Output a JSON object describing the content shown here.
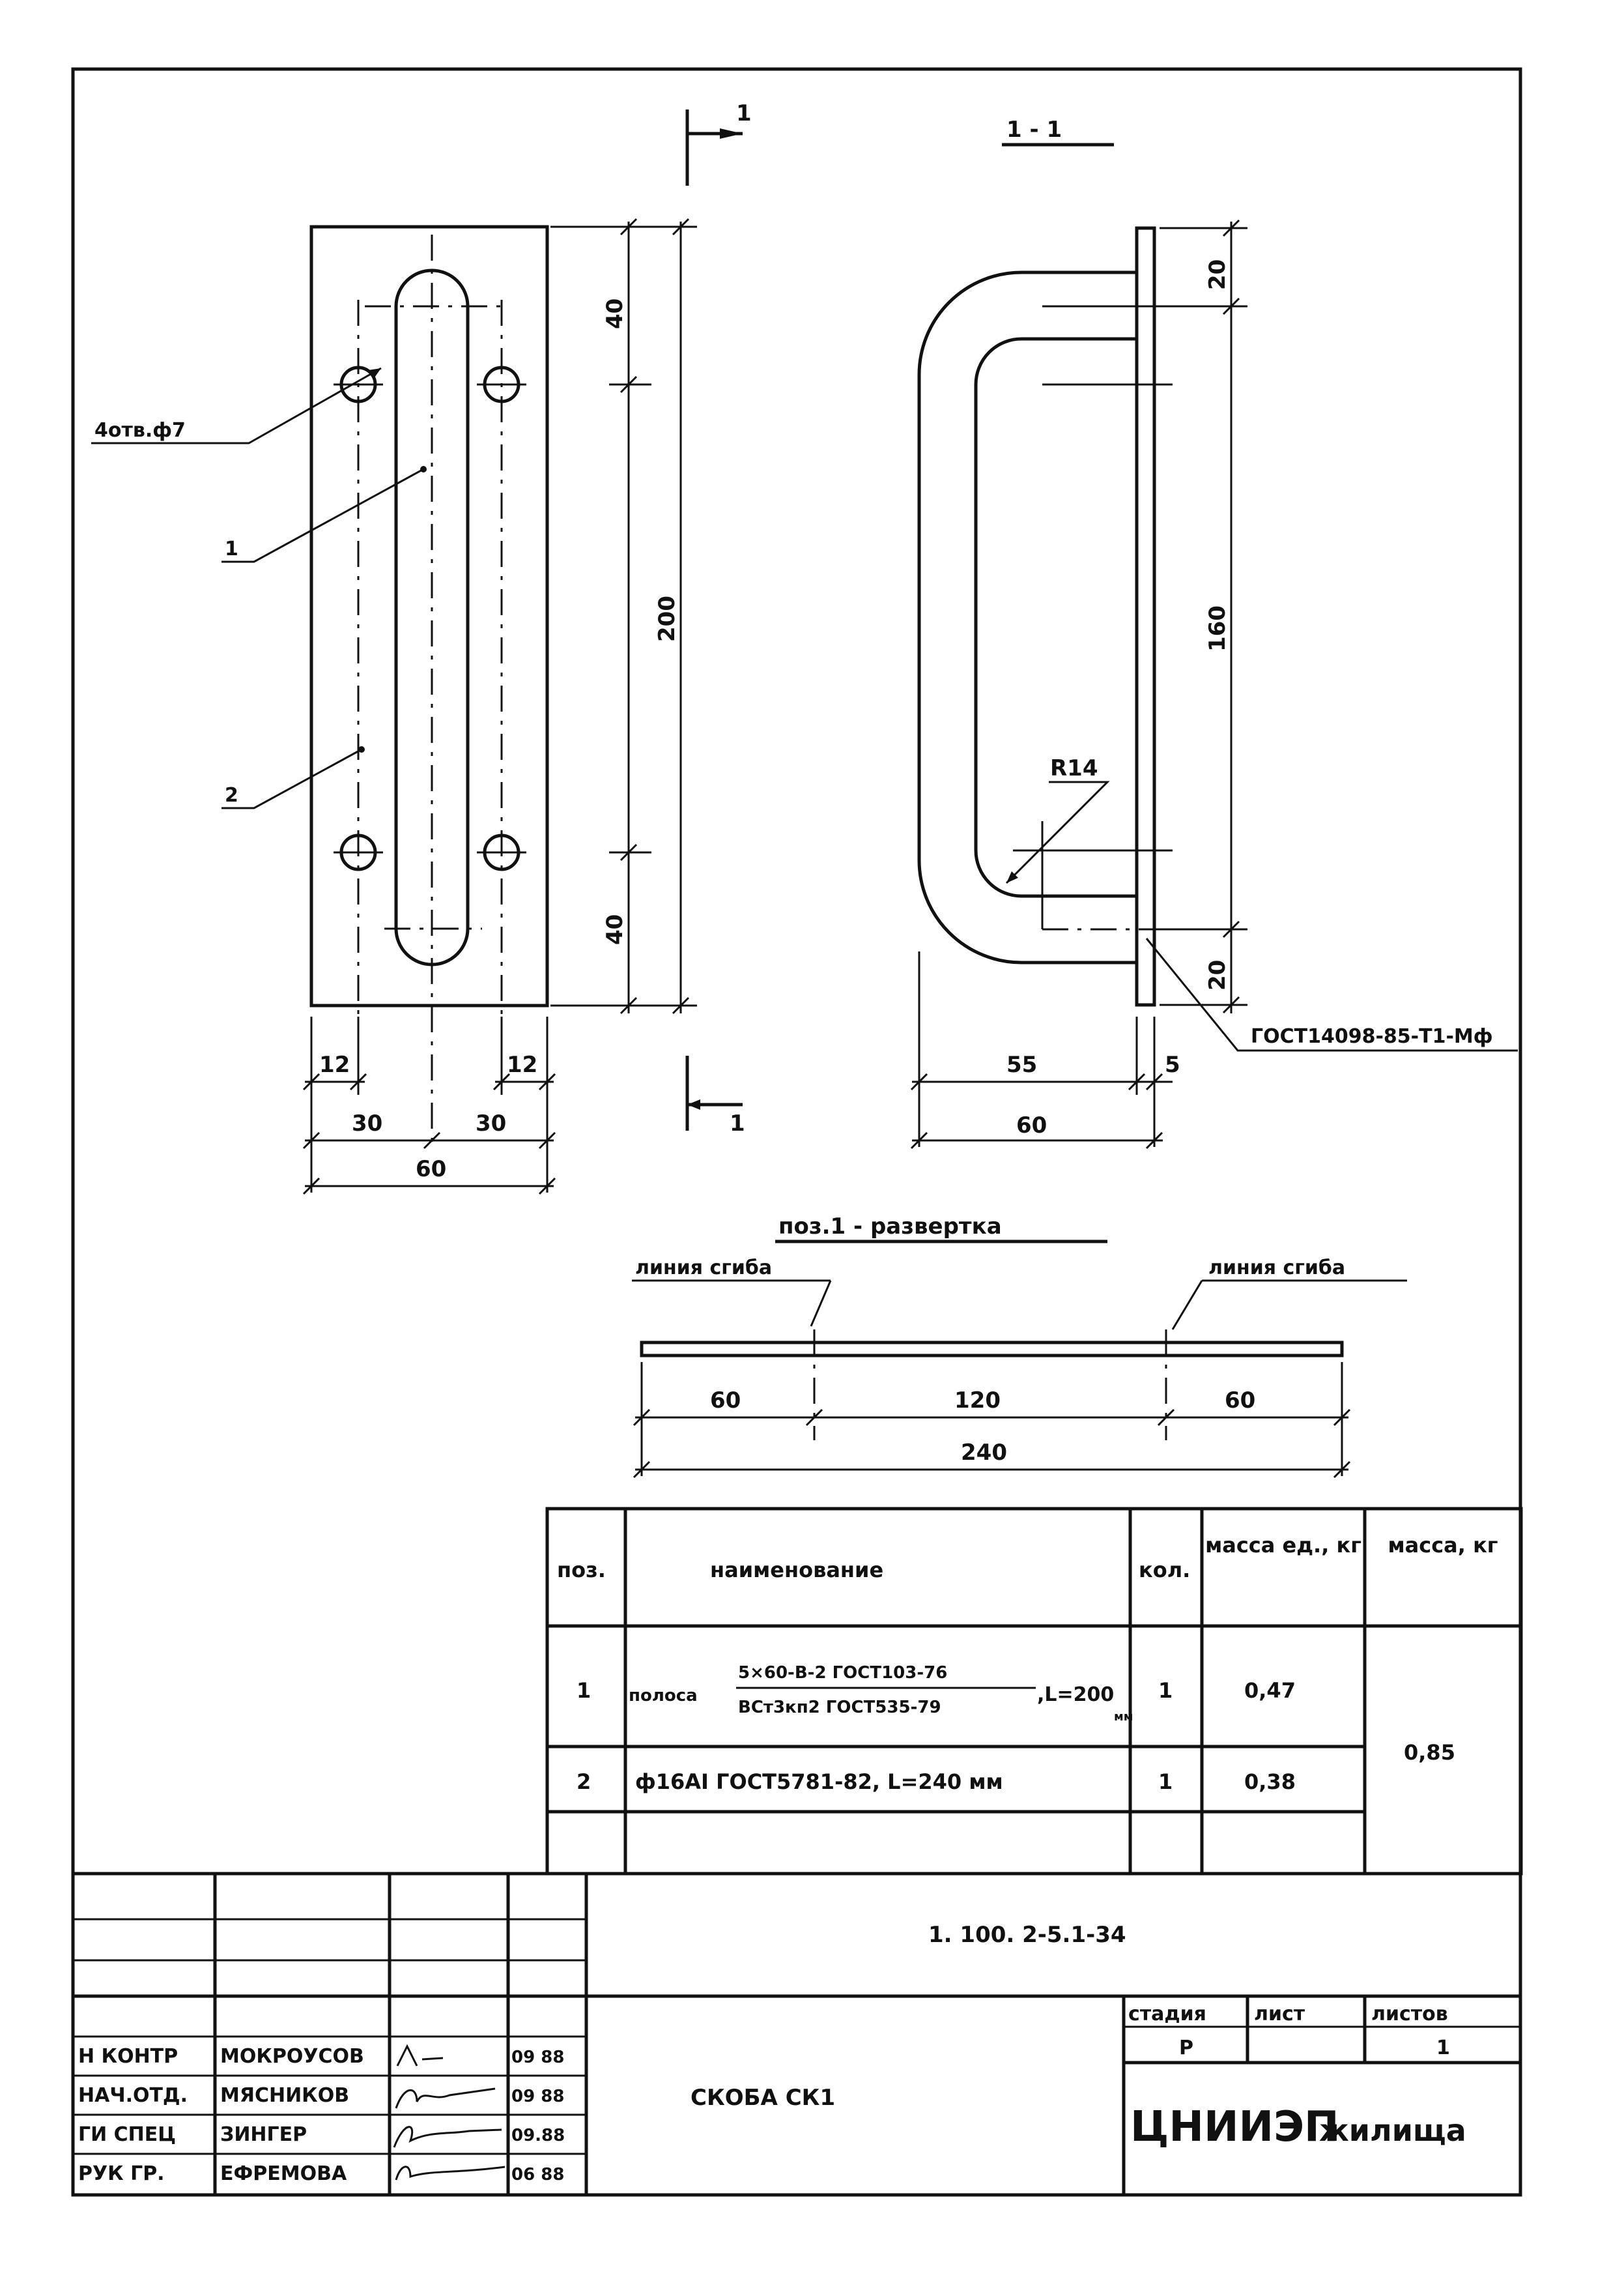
{
  "drawing": {
    "section_mark": "1",
    "section_title": "1 - 1",
    "holes_label": "4отв.ф7",
    "pos1_label": "1",
    "pos2_label": "2",
    "radius_label": "R14",
    "weld_note": "ГОСТ14098-85-Т1-Мф",
    "dims": {
      "d40_top": "40",
      "d200": "200",
      "d40_bot": "40",
      "d12_left": "12",
      "d12_right": "12",
      "d30_left": "30",
      "d30_right": "30",
      "d60_plate": "60",
      "d20_top": "20",
      "d160": "160",
      "d20_bot": "20",
      "d55": "55",
      "d5": "5",
      "d60_side": "60"
    },
    "unfold": {
      "title": "поз.1 - развертка",
      "bend_left": "линия сгиба",
      "bend_right": "линия сгиба",
      "d60_a": "60",
      "d120": "120",
      "d60_b": "60",
      "d240": "240"
    }
  },
  "spec_table": {
    "headers": {
      "pos": "поз.",
      "name": "наименование",
      "qty": "кол.",
      "unit_mass": "масса ед., кг",
      "mass": "масса, кг"
    },
    "rows": [
      {
        "pos": "1",
        "name_prefix": "полоса",
        "name_top": "5×60-В-2 ГОСТ103-76",
        "name_bottom": "ВСт3кп2 ГОСТ535-79",
        "name_suffix": ",L=200",
        "unit": "мм",
        "qty": "1",
        "unit_mass": "0,47"
      },
      {
        "pos": "2",
        "name": "ф16АI ГОСТ5781-82, L=240 мм",
        "qty": "1",
        "unit_mass": "0,38"
      }
    ],
    "total_mass": "0,85"
  },
  "title_block": {
    "doc_code": "1. 100. 2-5.1-34",
    "title": "СКОБА СК1",
    "stage_label": "стадия",
    "sheet_label": "лист",
    "sheets_label": "листов",
    "stage": "Р",
    "sheet": "",
    "sheets": "1",
    "organization": "ЦНИИЭП",
    "organization_suffix": "жилища",
    "staff": [
      {
        "role": "Н КОНТР",
        "name": "МОКРОУСОВ",
        "date": "09 88"
      },
      {
        "role": "НАЧ.ОТД.",
        "name": "МЯСНИКОВ",
        "date": "09 88"
      },
      {
        "role": "ГИ СПЕЦ",
        "name": "ЗИНГЕР",
        "date": "09.88"
      },
      {
        "role": "РУК ГР.",
        "name": "ЕФРЕМОВА",
        "date": "06 88"
      }
    ]
  }
}
